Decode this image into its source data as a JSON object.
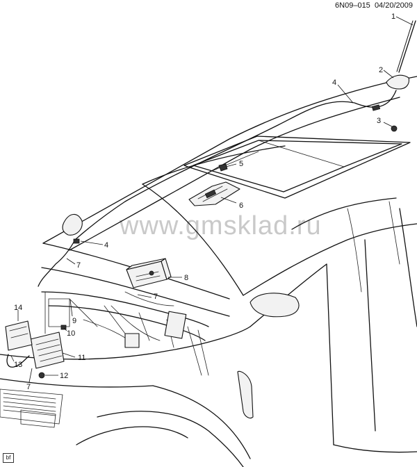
{
  "header": {
    "code": "6N09–015",
    "date": "04/20/2009"
  },
  "watermark": "www.gmsklad.ru",
  "footer_tag": "bf",
  "callouts": [
    {
      "id": "c1",
      "label": "1"
    },
    {
      "id": "c2",
      "label": "2"
    },
    {
      "id": "c3",
      "label": "3"
    },
    {
      "id": "c4a",
      "label": "4"
    },
    {
      "id": "c4b",
      "label": "4"
    },
    {
      "id": "c5",
      "label": "5"
    },
    {
      "id": "c6",
      "label": "6"
    },
    {
      "id": "c7a",
      "label": "7"
    },
    {
      "id": "c7b",
      "label": "7"
    },
    {
      "id": "c7c",
      "label": "7"
    },
    {
      "id": "c8",
      "label": "8"
    },
    {
      "id": "c9",
      "label": "9"
    },
    {
      "id": "c10",
      "label": "10"
    },
    {
      "id": "c11",
      "label": "11"
    },
    {
      "id": "c12",
      "label": "12"
    },
    {
      "id": "c13",
      "label": "13"
    },
    {
      "id": "c14",
      "label": "14"
    }
  ]
}
